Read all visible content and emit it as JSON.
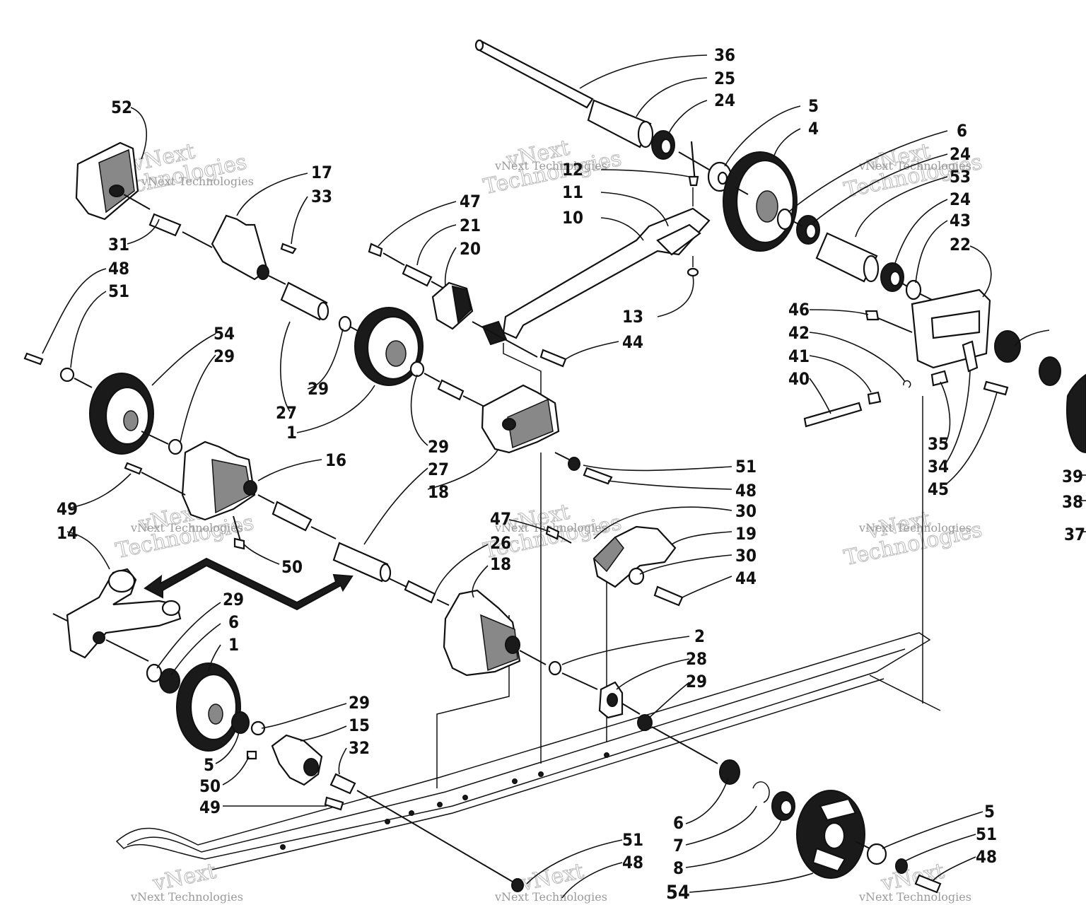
{
  "watermark": {
    "line1": "vNext",
    "line2": "Technologies",
    "caption": "vNext Technologies"
  },
  "callouts": [
    {
      "id": "c36",
      "text": "36"
    },
    {
      "id": "c25",
      "text": "25"
    },
    {
      "id": "c24a",
      "text": "24"
    },
    {
      "id": "c5a",
      "text": "5"
    },
    {
      "id": "c4",
      "text": "4"
    },
    {
      "id": "c6a",
      "text": "6"
    },
    {
      "id": "c24b",
      "text": "24"
    },
    {
      "id": "c53",
      "text": "53"
    },
    {
      "id": "c24c",
      "text": "24"
    },
    {
      "id": "c43",
      "text": "43"
    },
    {
      "id": "c22",
      "text": "22"
    },
    {
      "id": "c12",
      "text": "12"
    },
    {
      "id": "c11",
      "text": "11"
    },
    {
      "id": "c10",
      "text": "10"
    },
    {
      "id": "c13",
      "text": "13"
    },
    {
      "id": "c44a",
      "text": "44"
    },
    {
      "id": "c52",
      "text": "52"
    },
    {
      "id": "c17",
      "text": "17"
    },
    {
      "id": "c33",
      "text": "33"
    },
    {
      "id": "c31",
      "text": "31"
    },
    {
      "id": "c48a",
      "text": "48"
    },
    {
      "id": "c51a",
      "text": "51"
    },
    {
      "id": "c47a",
      "text": "47"
    },
    {
      "id": "c21",
      "text": "21"
    },
    {
      "id": "c20",
      "text": "20"
    },
    {
      "id": "c54a",
      "text": "54"
    },
    {
      "id": "c29a",
      "text": "29"
    },
    {
      "id": "c29b",
      "text": "29"
    },
    {
      "id": "c27a",
      "text": "27"
    },
    {
      "id": "c1a",
      "text": "1"
    },
    {
      "id": "c29c",
      "text": "29"
    },
    {
      "id": "c27b",
      "text": "27"
    },
    {
      "id": "c18a",
      "text": "18"
    },
    {
      "id": "c16",
      "text": "16"
    },
    {
      "id": "c49a",
      "text": "49"
    },
    {
      "id": "c14",
      "text": "14"
    },
    {
      "id": "c50a",
      "text": "50"
    },
    {
      "id": "c51b",
      "text": "51"
    },
    {
      "id": "c48b",
      "text": "48"
    },
    {
      "id": "c47b",
      "text": "47"
    },
    {
      "id": "c30a",
      "text": "30"
    },
    {
      "id": "c19",
      "text": "19"
    },
    {
      "id": "c26",
      "text": "26"
    },
    {
      "id": "c18b",
      "text": "18"
    },
    {
      "id": "c30b",
      "text": "30"
    },
    {
      "id": "c44b",
      "text": "44"
    },
    {
      "id": "c46",
      "text": "46"
    },
    {
      "id": "c42",
      "text": "42"
    },
    {
      "id": "c41",
      "text": "41"
    },
    {
      "id": "c40",
      "text": "40"
    },
    {
      "id": "c35",
      "text": "35"
    },
    {
      "id": "c34",
      "text": "34"
    },
    {
      "id": "c45",
      "text": "45"
    },
    {
      "id": "c39",
      "text": "39"
    },
    {
      "id": "c38",
      "text": "38"
    },
    {
      "id": "c37",
      "text": "37"
    },
    {
      "id": "c29d",
      "text": "29"
    },
    {
      "id": "c6b",
      "text": "6"
    },
    {
      "id": "c1b",
      "text": "1"
    },
    {
      "id": "c29e",
      "text": "29"
    },
    {
      "id": "c15",
      "text": "15"
    },
    {
      "id": "c32",
      "text": "32"
    },
    {
      "id": "c5b",
      "text": "5"
    },
    {
      "id": "c50b",
      "text": "50"
    },
    {
      "id": "c49b",
      "text": "49"
    },
    {
      "id": "c2",
      "text": "2"
    },
    {
      "id": "c28",
      "text": "28"
    },
    {
      "id": "c29f",
      "text": "29"
    },
    {
      "id": "c6c",
      "text": "6"
    },
    {
      "id": "c7",
      "text": "7"
    },
    {
      "id": "c8",
      "text": "8"
    },
    {
      "id": "c54b",
      "text": "54"
    },
    {
      "id": "c5c",
      "text": "5"
    },
    {
      "id": "c51c",
      "text": "51"
    },
    {
      "id": "c48c",
      "text": "48"
    },
    {
      "id": "c51d",
      "text": "51"
    },
    {
      "id": "c48d",
      "text": "48"
    }
  ]
}
